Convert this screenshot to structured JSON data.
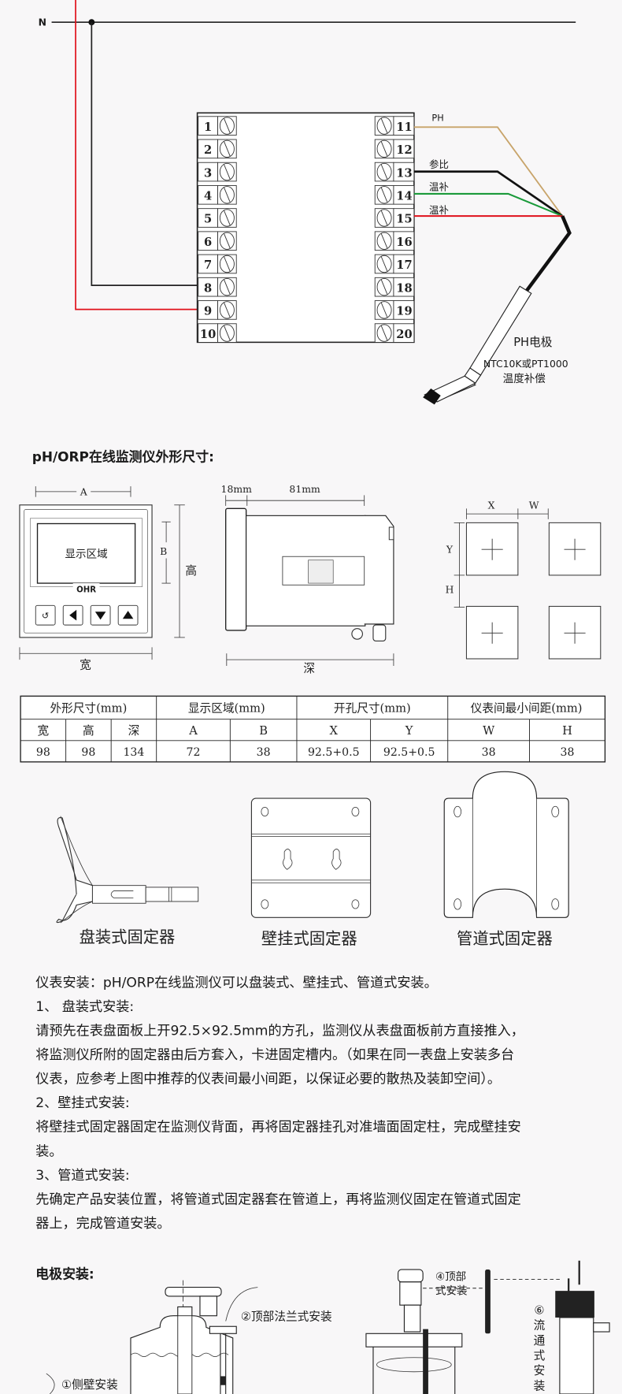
{
  "colors": {
    "ph_wire": "#c8a46a",
    "ref_wire": "#111111",
    "temp_wire_1": "#1a9a3a",
    "temp_wire_2": "#e0101a",
    "line_n": "#222222",
    "line_l": "#e0101a"
  },
  "wiring": {
    "n_label": "N",
    "left_terminals": [
      "1",
      "2",
      "3",
      "4",
      "5",
      "6",
      "7",
      "8",
      "9",
      "10"
    ],
    "right_terminals": [
      "11",
      "12",
      "13",
      "14",
      "15",
      "16",
      "17",
      "18",
      "19",
      "20"
    ],
    "wire_labels": {
      "ph": "PH",
      "ref": "参比",
      "temp1": "温补",
      "temp2": "温补"
    },
    "electrode_label": "PH电极",
    "sensor_label": "NTC10K或PT1000",
    "sensor_desc": "温度补偿"
  },
  "dimensions": {
    "title": "pH/ORP在线监测仪外形尺寸:",
    "front": {
      "display_text": "显示区域",
      "brand": "OHR",
      "a": "A",
      "b": "B",
      "height": "高",
      "width": "宽"
    },
    "side": {
      "d1": "18mm",
      "d2": "81mm",
      "depth": "深"
    },
    "cutout": {
      "x": "X",
      "w": "W",
      "y": "Y",
      "h": "H"
    }
  },
  "table": {
    "groups": [
      "外形尺寸(mm)",
      "显示区域(mm)",
      "开孔尺寸(mm)",
      "仪表间最小间距(mm)"
    ],
    "headers": [
      "宽",
      "高",
      "深",
      "A",
      "B",
      "X",
      "Y",
      "W",
      "H"
    ],
    "values": [
      "98",
      "98",
      "134",
      "72",
      "38",
      "92.5+0.5",
      "92.5+0.5",
      "38",
      "38"
    ]
  },
  "mounts": [
    "盘装式固定器",
    "壁挂式固定器",
    "管道式固定器"
  ],
  "install_text": [
    "仪表安装：pH/ORP在线监测仪可以盘装式、壁挂式、管道式安装。",
    "1、 盘装式安装:",
    "请预先在表盘面板上开92.5×92.5mm的方孔，监测仪从表盘面板前方直接推入，",
    "将监测仪所附的固定器由后方套入，卡进固定槽内。（如果在同一表盘上安装多台",
    "仪表，应参考上图中推荐的仪表间最小间距，以保证必要的散热及装卸空间）。",
    "2、壁挂式安装:",
    "将壁挂式固定器固定在监测仪背面，再将固定器挂孔对准墙面固定柱，完成壁挂安",
    "装。",
    "3、管道式安装:",
    "先确定产品安装位置，将管道式固定器套在管道上，再将监测仪固定在管道式固定",
    "器上，完成管道安装。"
  ],
  "electrode": {
    "title": "电极安装:",
    "side_wall": "①侧壁安装",
    "top_flange": "②顶部法兰式安装",
    "top_line1": "④顶部",
    "top_line2": "式安装",
    "flow": [
      "⑥",
      "流",
      "通",
      "式",
      "安",
      "装"
    ]
  }
}
